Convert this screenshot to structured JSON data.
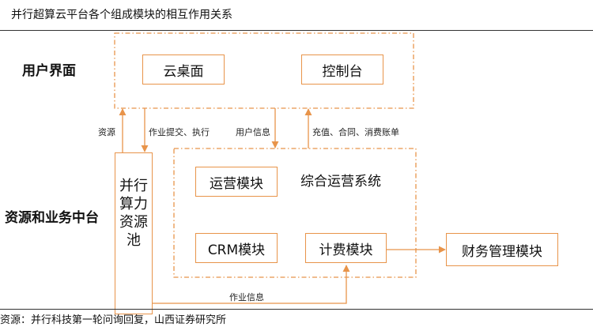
{
  "title": "并行超算云平台各个组成模块的相互作用关系",
  "source": "资源：并行科技第一轮问询回复，山西证券研究所",
  "colors": {
    "accent": "#e8944a"
  },
  "layers": {
    "user": "用户界面",
    "middle": "资源和业务中台"
  },
  "modules": {
    "cloud_desktop": "云桌面",
    "console": "控制台",
    "pool": "并行算力资源池",
    "ops": "运营模块",
    "ops_system": "综合运营系统",
    "crm": "CRM模块",
    "billing": "计费模块",
    "finance": "财务管理模块"
  },
  "flows": {
    "resources": "资源",
    "job_submit": "作业提交、执行",
    "user_info": "用户信息",
    "recharge": "充值、合同、消费账单",
    "job_info": "作业信息"
  }
}
